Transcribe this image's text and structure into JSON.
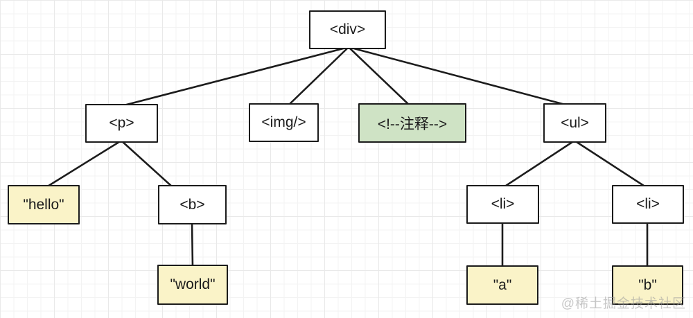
{
  "diagram": {
    "description_kind": "dom-tree",
    "nodes": [
      {
        "id": "div",
        "label": "<div>",
        "kind": "element"
      },
      {
        "id": "p",
        "label": "<p>",
        "kind": "element"
      },
      {
        "id": "img",
        "label": "<img/>",
        "kind": "element"
      },
      {
        "id": "comment",
        "label": "<!--注释-->",
        "kind": "comment"
      },
      {
        "id": "ul",
        "label": "<ul>",
        "kind": "element"
      },
      {
        "id": "hello",
        "label": "\"hello\"",
        "kind": "text"
      },
      {
        "id": "b",
        "label": "<b>",
        "kind": "element"
      },
      {
        "id": "li1",
        "label": "<li>",
        "kind": "element"
      },
      {
        "id": "li2",
        "label": "<li>",
        "kind": "element"
      },
      {
        "id": "world",
        "label": "\"world\"",
        "kind": "text"
      },
      {
        "id": "a",
        "label": "\"a\"",
        "kind": "text"
      },
      {
        "id": "btext",
        "label": "\"b\"",
        "kind": "text"
      }
    ],
    "edges": [
      {
        "from": "div",
        "to": "p"
      },
      {
        "from": "div",
        "to": "img"
      },
      {
        "from": "div",
        "to": "comment"
      },
      {
        "from": "div",
        "to": "ul"
      },
      {
        "from": "p",
        "to": "hello"
      },
      {
        "from": "p",
        "to": "b"
      },
      {
        "from": "b",
        "to": "world"
      },
      {
        "from": "ul",
        "to": "li1"
      },
      {
        "from": "ul",
        "to": "li2"
      },
      {
        "from": "li1",
        "to": "a"
      },
      {
        "from": "li2",
        "to": "btext"
      }
    ]
  },
  "colors": {
    "element_fill": "#ffffff",
    "text_fill": "#faf3c8",
    "comment_fill": "#cfe3c5",
    "border": "#1b1b1b",
    "edge_line": "#1c1c1c",
    "watermark": "#9b9b9b"
  },
  "watermark": {
    "label": "@稀土掘金技术社区"
  }
}
